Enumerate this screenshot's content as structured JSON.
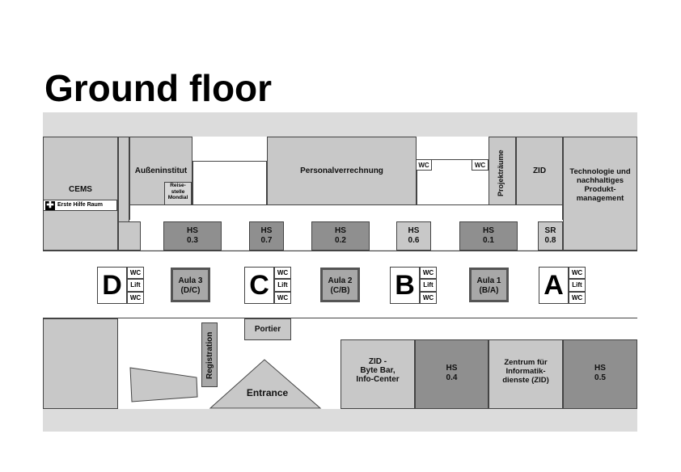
{
  "title": "Ground floor",
  "rooms": {
    "cems": "CEMS",
    "first_aid": "Erste Hilfe Raum",
    "aussen": "Außeninstitut",
    "reise": "Reise-\nstelle\nMondial",
    "personal": "Personalverrechnung",
    "wc": "WC",
    "projekt": "Projekträume",
    "zid": "ZID",
    "tech": "Technologie und nachhaltiges Produkt-management",
    "registration": "Registration",
    "portier": "Portier",
    "entrance": "Entrance",
    "zid_byte": "ZID -\nByte Bar,\nInfo-Center",
    "zentrum": "Zentrum für\nInformatik-\ndienste (ZID)"
  },
  "lecture_halls": [
    {
      "name": "HS",
      "num": "0.3"
    },
    {
      "name": "HS",
      "num": "0.7"
    },
    {
      "name": "HS",
      "num": "0.2"
    },
    {
      "name": "HS",
      "num": "0.6"
    },
    {
      "name": "HS",
      "num": "0.1"
    },
    {
      "name": "SR",
      "num": "0.8"
    },
    {
      "name": "HS",
      "num": "0.4"
    },
    {
      "name": "HS",
      "num": "0.5"
    }
  ],
  "blocks": [
    {
      "letter": "D",
      "wc1": "WC",
      "lift": "Lift",
      "wc2": "WC"
    },
    {
      "letter": "C",
      "wc1": "WC",
      "lift": "Lift",
      "wc2": "WC"
    },
    {
      "letter": "B",
      "wc1": "WC",
      "lift": "Lift",
      "wc2": "WC"
    },
    {
      "letter": "A",
      "wc1": "WC",
      "lift": "Lift",
      "wc2": "WC"
    }
  ],
  "aulas": [
    {
      "name": "Aula 3",
      "sub": "(D/C)"
    },
    {
      "name": "Aula 2",
      "sub": "(C/B)"
    },
    {
      "name": "Aula 1",
      "sub": "(B/A)"
    }
  ]
}
